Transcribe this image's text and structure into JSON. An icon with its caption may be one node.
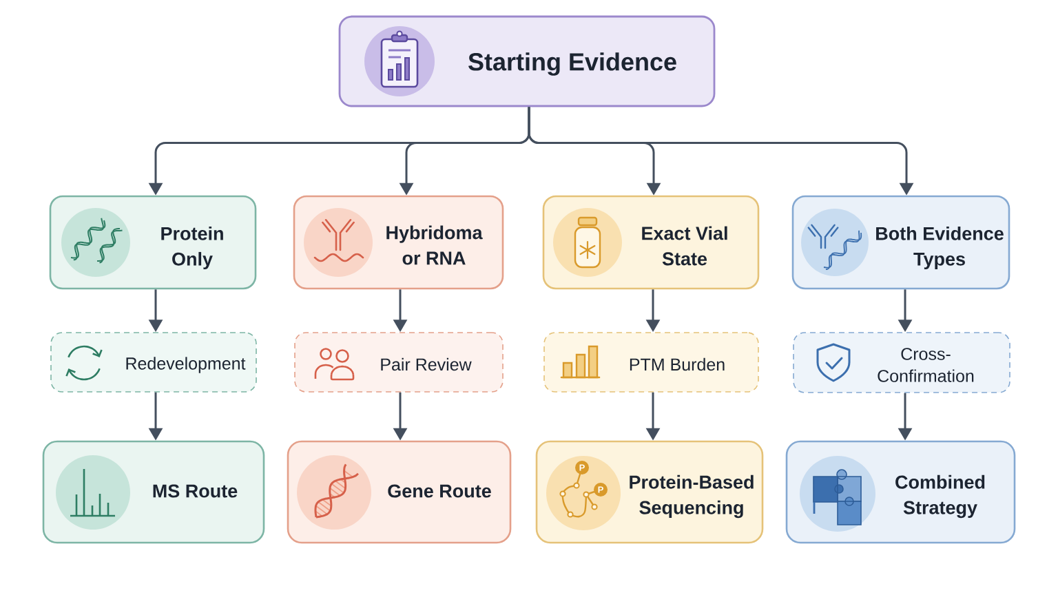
{
  "diagram": {
    "nodes": [
      {
        "text": [
          "Starting Evidence"
        ]
      },
      {
        "text": [
          "Protein Only"
        ]
      },
      {
        "text": [
          "Hybridoma or RNA"
        ]
      },
      {
        "text": [
          "Exact Vial State"
        ]
      },
      {
        "text": [
          "Both Evidence Types"
        ]
      },
      {
        "text": [
          "Redevelopment"
        ]
      },
      {
        "text": [
          "Pair Review"
        ]
      },
      {
        "text": [
          "PTM Burden"
        ]
      },
      {
        "text": [
          "Cross- Confirmation"
        ]
      },
      {
        "text": [
          "MS Route"
        ]
      },
      {
        "text": [
          "Gene Route"
        ]
      },
      {
        "text": [
          "Protein-Based Sequencing"
        ]
      },
      {
        "text": [
          "Combined Strategy"
        ]
      }
    ],
    "edges": [
      {
        "from": 0,
        "to": 1,
        "arrow": "to"
      },
      {
        "from": 0,
        "to": 2,
        "arrow": "to"
      },
      {
        "from": 0,
        "to": 3,
        "arrow": "to"
      },
      {
        "from": 0,
        "to": 4,
        "arrow": "to"
      },
      {
        "from": 1,
        "to": 5,
        "arrow": "to"
      },
      {
        "from": 2,
        "to": 6,
        "arrow": "to"
      },
      {
        "from": 3,
        "to": 7,
        "arrow": "to"
      },
      {
        "from": 4,
        "to": 8,
        "arrow": "to"
      },
      {
        "from": 5,
        "to": 9,
        "arrow": "to"
      },
      {
        "from": 6,
        "to": 10,
        "arrow": "to"
      },
      {
        "from": 7,
        "to": 11,
        "arrow": "to"
      },
      {
        "from": 8,
        "to": 12,
        "arrow": "to"
      }
    ],
    "labels": [
      "P",
      "P"
    ]
  }
}
